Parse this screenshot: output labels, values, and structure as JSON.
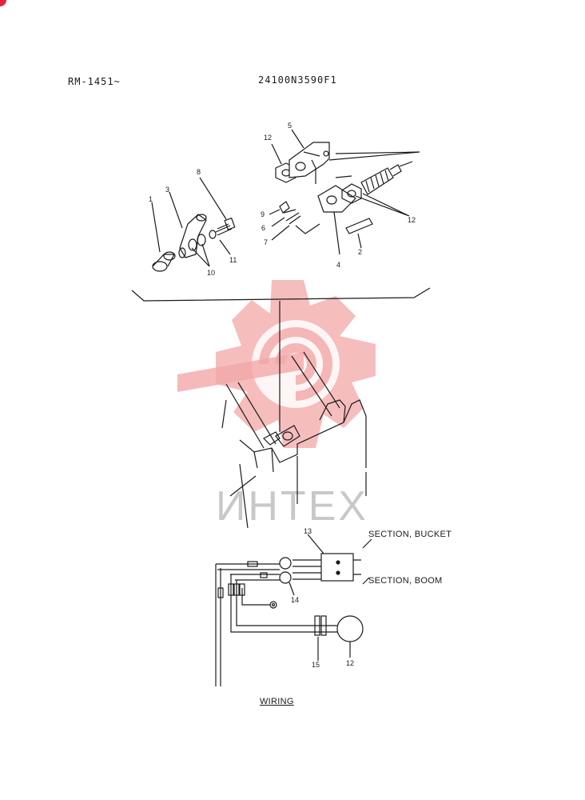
{
  "header": {
    "left_code": "RM-1451~",
    "part_number": "24100N3590F1"
  },
  "parts_callouts": [
    "1",
    "2",
    "3",
    "4",
    "5",
    "6",
    "7",
    "8",
    "9",
    "10",
    "11",
    "12",
    "12"
  ],
  "wiring": {
    "section_bucket": "SECTION, BUCKET",
    "section_boom": "SECTION, BOOM",
    "callouts": [
      "13",
      "14",
      "15",
      "12"
    ],
    "title": "WIRING"
  },
  "watermark": {
    "text": "ИНТЕХ",
    "color": "#f3a7a7"
  },
  "colors": {
    "line": "#1a1a1a",
    "corner_badge": "#e8223a"
  }
}
